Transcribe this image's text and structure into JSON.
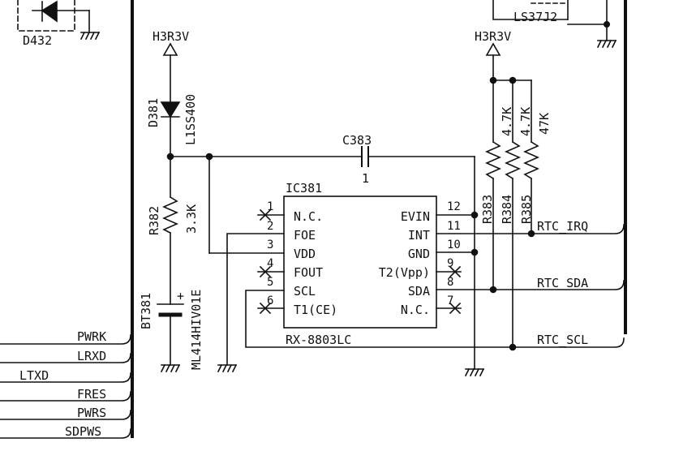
{
  "labels": {
    "d432": "D432",
    "ls37j2": "LS37J2",
    "h3r3v_left": "H3R3V",
    "h3r3v_right": "H3R3V",
    "d381": "D381",
    "l1ss400": "L1SS400",
    "c383": "C383",
    "c383_value": "1",
    "ic381": "IC381",
    "ic_part": "RX-8803LC",
    "r382": "R382",
    "r382_value": "3.3K",
    "bt381": "BT381",
    "bt381_part": "ML414HIV01E",
    "plus": "+",
    "r383": "R383",
    "r384": "R384",
    "r385": "R385",
    "r383_value": "4.7K",
    "r384_value": "4.7K",
    "r385_value": "47K"
  },
  "ic_pins": {
    "left": [
      {
        "num": "1",
        "name": "N.C."
      },
      {
        "num": "2",
        "name": "FOE"
      },
      {
        "num": "3",
        "name": "VDD"
      },
      {
        "num": "4",
        "name": "FOUT"
      },
      {
        "num": "5",
        "name": "SCL"
      },
      {
        "num": "6",
        "name": "T1(CE)"
      }
    ],
    "right": [
      {
        "num": "12",
        "name": "EVIN"
      },
      {
        "num": "11",
        "name": "INT"
      },
      {
        "num": "10",
        "name": "GND"
      },
      {
        "num": "9",
        "name": "T2(Vpp)"
      },
      {
        "num": "8",
        "name": "SDA"
      },
      {
        "num": "7",
        "name": "N.C."
      }
    ]
  },
  "nets": {
    "rtc_irq": "RTC_IRQ",
    "rtc_sda": "RTC_SDA",
    "rtc_scl": "RTC_SCL"
  },
  "bus_signals": [
    "PWRK",
    "LRXD",
    "LTXD",
    "FRES",
    "PWRS",
    "SDPWS"
  ],
  "colors": {
    "ink": "#111111",
    "background": "#ffffff"
  }
}
